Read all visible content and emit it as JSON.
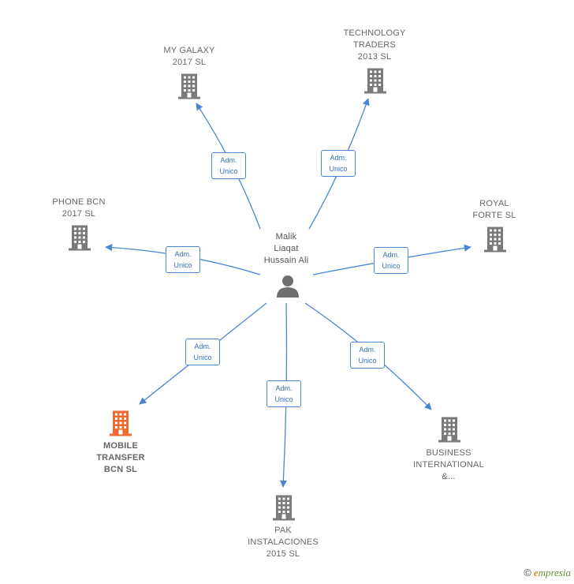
{
  "center": {
    "lines": [
      "Malik",
      "Liaqat",
      "Hussain Ali"
    ]
  },
  "companies": [
    {
      "id": "my-galaxy",
      "lines": [
        "MY GALAXY",
        "2017  SL"
      ],
      "highlight": false
    },
    {
      "id": "technology-traders",
      "lines": [
        "TECHNOLOGY",
        "TRADERS",
        "2013  SL"
      ],
      "highlight": false
    },
    {
      "id": "phone-bcn",
      "lines": [
        "PHONE BCN",
        "2017  SL"
      ],
      "highlight": false
    },
    {
      "id": "royal-forte",
      "lines": [
        "ROYAL",
        "FORTE  SL"
      ],
      "highlight": false
    },
    {
      "id": "mobile-transfer",
      "lines": [
        "MOBILE",
        "TRANSFER",
        "BCN  SL"
      ],
      "highlight": true
    },
    {
      "id": "business-international",
      "lines": [
        "BUSINESS",
        "INTERNATIONAL",
        "&..."
      ],
      "highlight": false
    },
    {
      "id": "pak-instalaciones",
      "lines": [
        "PAK",
        "INSTALACIONES",
        "2015  SL"
      ],
      "highlight": false
    }
  ],
  "relation": {
    "lines": [
      "Adm.",
      "Unico"
    ]
  },
  "colors": {
    "building": "#7a7a7a",
    "highlight": "#f26a2e",
    "edge": "#4a86d6",
    "person": "#6f6f6f"
  },
  "brand": {
    "copyright": "©",
    "e": "e",
    "rest": "mpresia"
  }
}
